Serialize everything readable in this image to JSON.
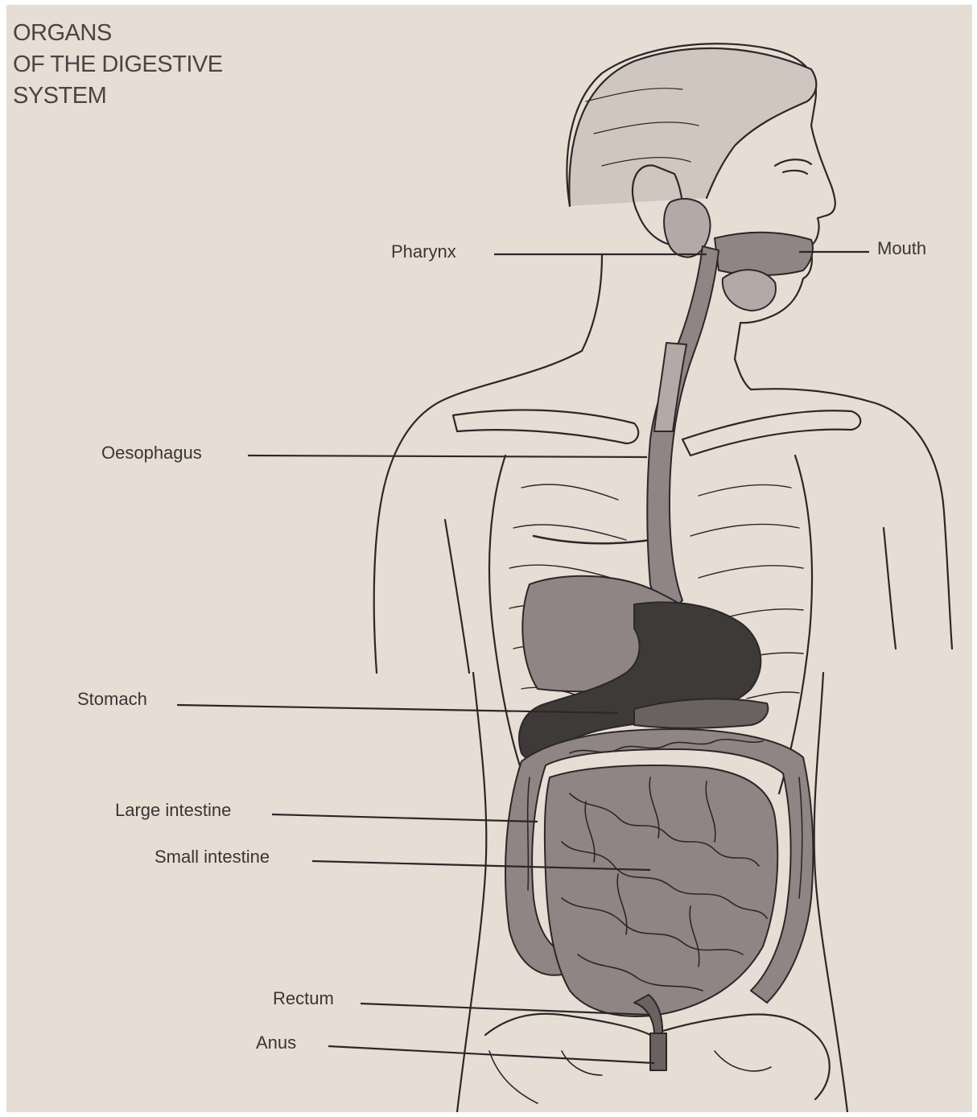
{
  "title": {
    "line1": "ORGANS",
    "line2": "OF THE DIGESTIVE",
    "line3": "SYSTEM"
  },
  "labels": {
    "pharynx": "Pharynx",
    "mouth": "Mouth",
    "oesophagus": "Oesophagus",
    "stomach": "Stomach",
    "large_intestine": "Large intestine",
    "small_intestine": "Small intestine",
    "rectum": "Rectum",
    "anus": "Anus"
  },
  "colors": {
    "paper": "#e6ddd5",
    "ink": "#2c2828",
    "organ_mid": "#8f8584",
    "organ_dark": "#3f3a3a",
    "organ_light": "#b3aaa7"
  }
}
